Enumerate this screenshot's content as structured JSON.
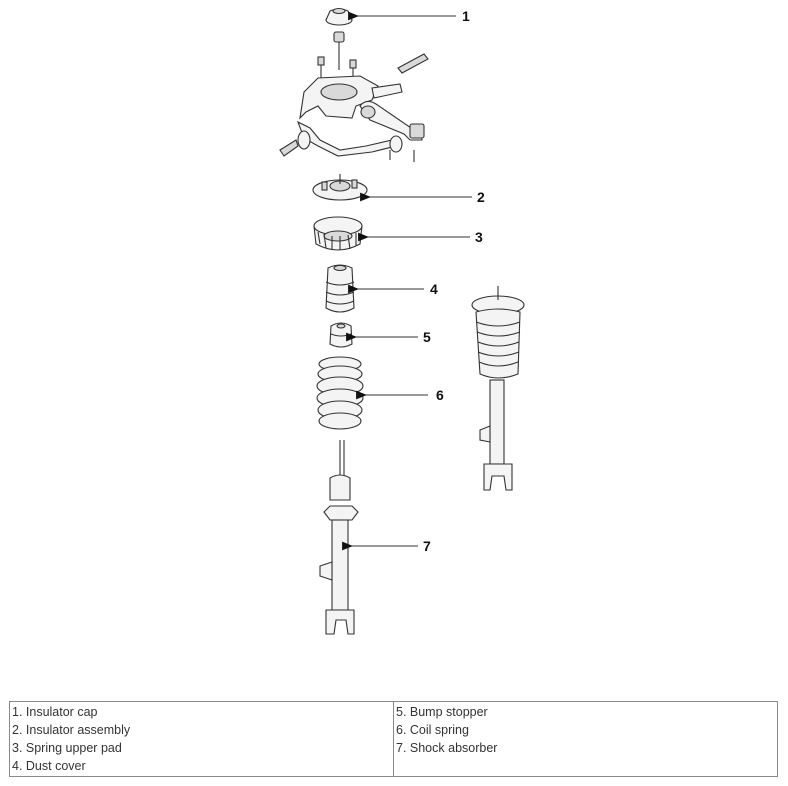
{
  "callouts": [
    "1",
    "2",
    "3",
    "4",
    "5",
    "6",
    "7"
  ],
  "legend": {
    "left": [
      "1. Insulator cap",
      "2. Insulator assembly",
      "3. Spring upper pad",
      "4. Dust cover"
    ],
    "right": [
      "5. Bump stopper",
      "6. Coil spring",
      "7. Shock absorber"
    ]
  }
}
